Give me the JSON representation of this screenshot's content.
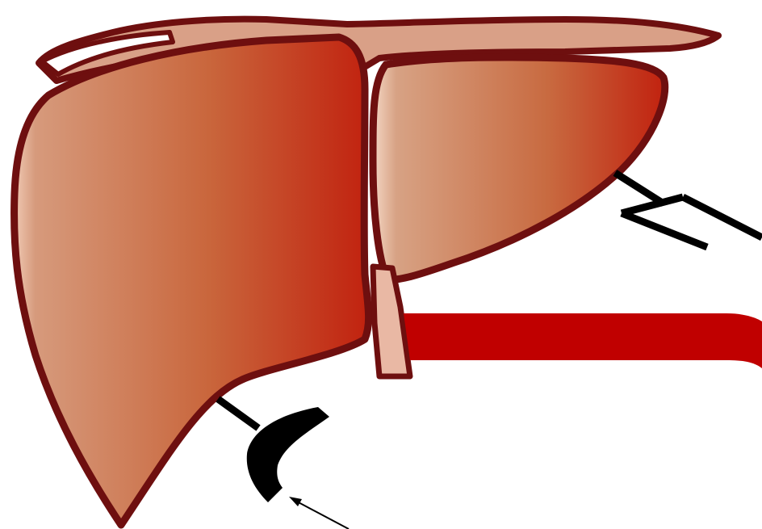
{
  "colors": {
    "background": "#ffffff",
    "outline": "#6e0f0f",
    "lobe_light": "#e8b9a0",
    "lobe_mid": "#c9703f",
    "lobe_dark": "#c1220f",
    "band_fill": "#d9a087",
    "vessel": "#c00000",
    "device": "#000000"
  },
  "parts": [
    {
      "name": "right-lobe"
    },
    {
      "name": "left-lobe"
    },
    {
      "name": "top-band"
    },
    {
      "name": "portal-duct"
    },
    {
      "name": "blood-vessel"
    },
    {
      "name": "clamp-device"
    },
    {
      "name": "sensor-probe"
    },
    {
      "name": "pointer-arrow"
    }
  ]
}
